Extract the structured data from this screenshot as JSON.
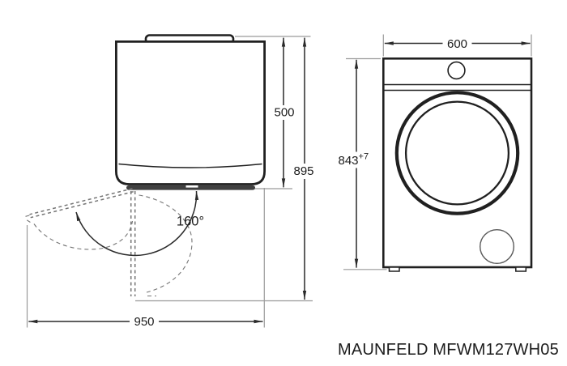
{
  "model": "MAUNFELD MFWM127WH05",
  "top_view": {
    "depth": "500",
    "depth_with_open_door": "895",
    "clearance_width": "950",
    "door_opening_angle": "160°"
  },
  "front_view": {
    "width": "600",
    "height": "843",
    "height_tolerance": "+7"
  },
  "colors": {
    "ink": "#202020",
    "dim": "#2a2a2a",
    "ext": "#9a9a9a",
    "dash": "#757575",
    "bar": "#404040",
    "bg": "#ffffff",
    "text": "#1c1c1c"
  }
}
